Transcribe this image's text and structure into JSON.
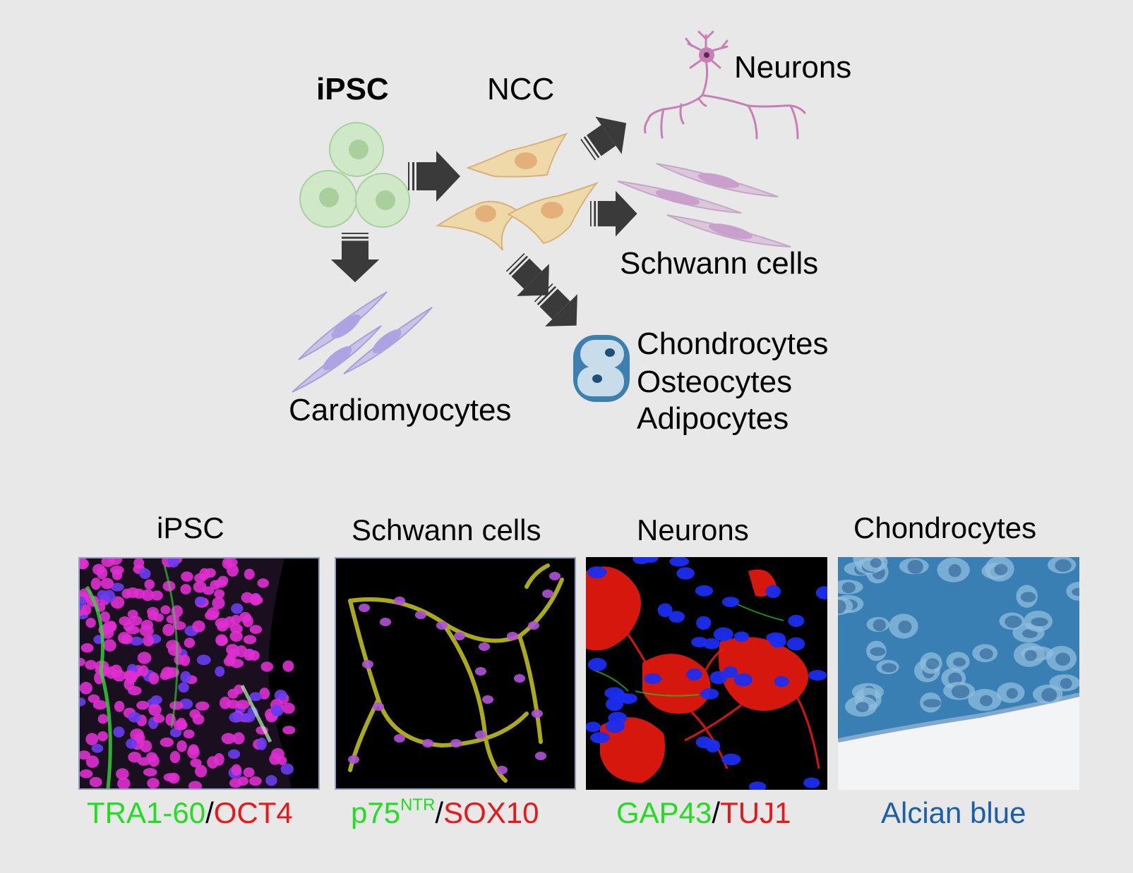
{
  "diagram": {
    "ipsc": "iPSC",
    "ncc": "NCC",
    "neurons": "Neurons",
    "schwann": "Schwann cells",
    "cardio": "Cardiomyocytes",
    "chondro": "Chondrocytes",
    "osteo": "Osteocytes",
    "adipo": "Adipocytes"
  },
  "panels": [
    {
      "title": "iPSC",
      "stain_a": "TRA1-60",
      "sep": "/",
      "stain_b": "OCT4"
    },
    {
      "title": "Schwann cells",
      "stain_a": "p75",
      "stain_a_sup": "NTR",
      "sep": "/",
      "stain_b": "SOX10"
    },
    {
      "title": "Neurons",
      "stain_a": "GAP43",
      "sep": "/",
      "stain_b": "TUJ1"
    },
    {
      "title": "Chondrocytes",
      "stain_c": "Alcian blue"
    }
  ],
  "colors": {
    "background": "#e8e8e8",
    "ipsc_cell": "#cfe8c8",
    "ncc_cell": "#f0d9a8",
    "neuron": "#c77fb5",
    "schwann_cell": "#dcc6dc",
    "cardio_cell": "#c9c3ea",
    "chondro_cell": "#3d7fae",
    "arrow": "#3a3a3a",
    "green_stain": "#22dd22",
    "red_stain": "#e81818",
    "alcian_blue": "#1a5fa8"
  }
}
